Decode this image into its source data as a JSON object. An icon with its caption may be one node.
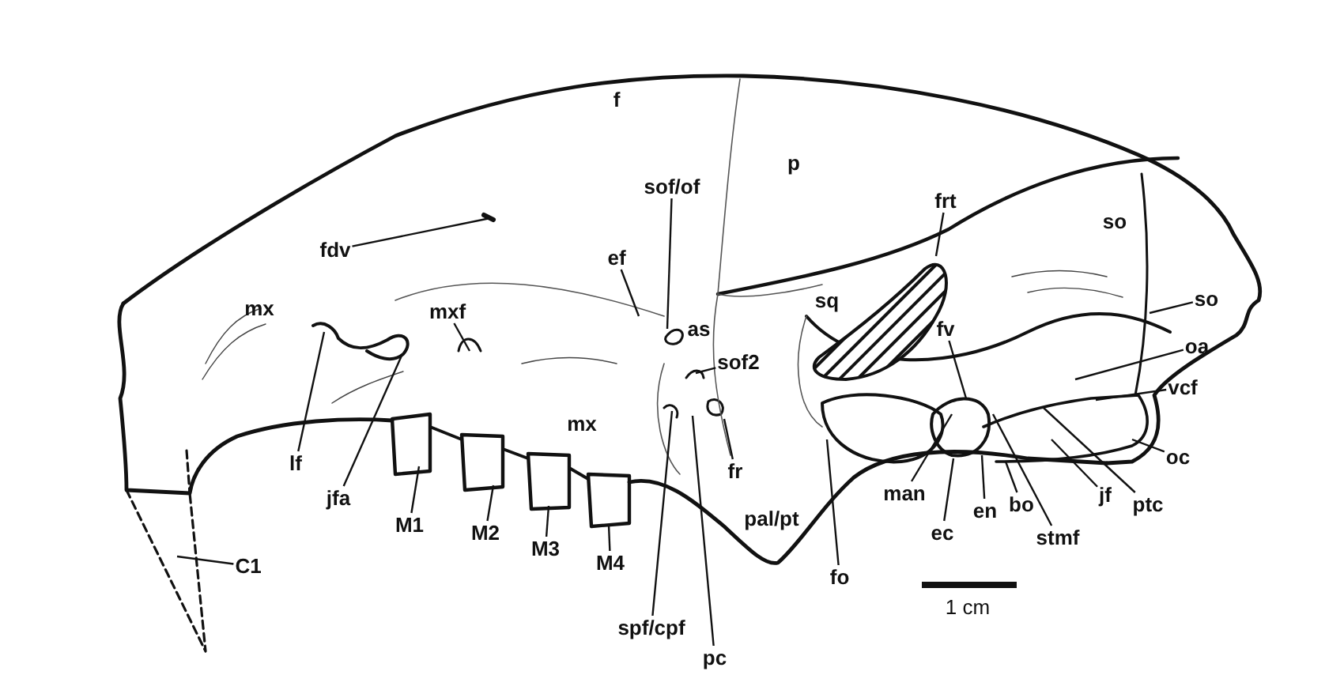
{
  "diagram": {
    "nodes": [
      {
        "text": [
          "fdv"
        ]
      },
      {
        "text": [
          "sof/of"
        ]
      },
      {
        "text": [
          "frt"
        ]
      },
      {
        "text": [
          "ef"
        ]
      },
      {
        "text": [
          "so"
        ]
      },
      {
        "text": [
          "mxf"
        ]
      },
      {
        "text": [
          "fv"
        ]
      },
      {
        "text": [
          "oa"
        ]
      },
      {
        "text": [
          "sof2"
        ]
      },
      {
        "text": [
          "vcf"
        ]
      },
      {
        "text": [
          "oc"
        ]
      },
      {
        "text": [
          "lf"
        ]
      },
      {
        "text": [
          "fr"
        ]
      },
      {
        "text": [
          "man"
        ]
      },
      {
        "text": [
          "jf"
        ]
      },
      {
        "text": [
          "jfa"
        ]
      },
      {
        "text": [
          "bo"
        ]
      },
      {
        "text": [
          "ptc"
        ]
      },
      {
        "text": [
          "en"
        ]
      },
      {
        "text": [
          "M1"
        ]
      },
      {
        "text": [
          "M2"
        ]
      },
      {
        "text": [
          "ec"
        ]
      },
      {
        "text": [
          "stmf"
        ]
      },
      {
        "text": [
          "M3"
        ]
      },
      {
        "text": [
          "M4"
        ]
      },
      {
        "text": [
          "C1"
        ]
      },
      {
        "text": [
          "fo"
        ]
      },
      {
        "text": [
          "spf/cpf"
        ]
      },
      {
        "text": [
          "pc"
        ]
      }
    ],
    "edges": [
      {
        "from": 0,
        "to": null,
        "arrow": "none"
      },
      {
        "from": 1,
        "to": null,
        "arrow": "none"
      },
      {
        "from": 2,
        "to": null,
        "arrow": "none"
      },
      {
        "from": 3,
        "to": null,
        "arrow": "none"
      },
      {
        "from": 4,
        "to": null,
        "arrow": "none"
      },
      {
        "from": 5,
        "to": null,
        "arrow": "none"
      },
      {
        "from": 6,
        "to": null,
        "arrow": "none"
      },
      {
        "from": 7,
        "to": null,
        "arrow": "none"
      },
      {
        "from": 8,
        "to": null,
        "arrow": "none"
      },
      {
        "from": 9,
        "to": null,
        "arrow": "none"
      },
      {
        "from": 10,
        "to": null,
        "arrow": "none"
      },
      {
        "from": 11,
        "to": null,
        "arrow": "none"
      },
      {
        "from": 12,
        "to": null,
        "arrow": "none"
      },
      {
        "from": 13,
        "to": null,
        "arrow": "none"
      },
      {
        "from": 14,
        "to": null,
        "arrow": "none"
      },
      {
        "from": 15,
        "to": null,
        "arrow": "none"
      },
      {
        "from": 16,
        "to": null,
        "arrow": "none"
      },
      {
        "from": 17,
        "to": null,
        "arrow": "none"
      },
      {
        "from": 18,
        "to": null,
        "arrow": "none"
      },
      {
        "from": 19,
        "to": null,
        "arrow": "none"
      },
      {
        "from": 20,
        "to": null,
        "arrow": "none"
      },
      {
        "from": 21,
        "to": null,
        "arrow": "none"
      },
      {
        "from": 22,
        "to": null,
        "arrow": "none"
      },
      {
        "from": 23,
        "to": null,
        "arrow": "none"
      },
      {
        "from": 24,
        "to": null,
        "arrow": "none"
      },
      {
        "from": 25,
        "to": null,
        "arrow": "none"
      },
      {
        "from": 26,
        "to": null,
        "arrow": "none"
      },
      {
        "from": 27,
        "to": null,
        "arrow": "none"
      },
      {
        "from": 28,
        "to": null,
        "arrow": "none"
      }
    ],
    "labels": [
      "f",
      "p",
      "so",
      "sq",
      "mx",
      "as",
      "mx",
      "pal/pt",
      "1 cm"
    ]
  }
}
